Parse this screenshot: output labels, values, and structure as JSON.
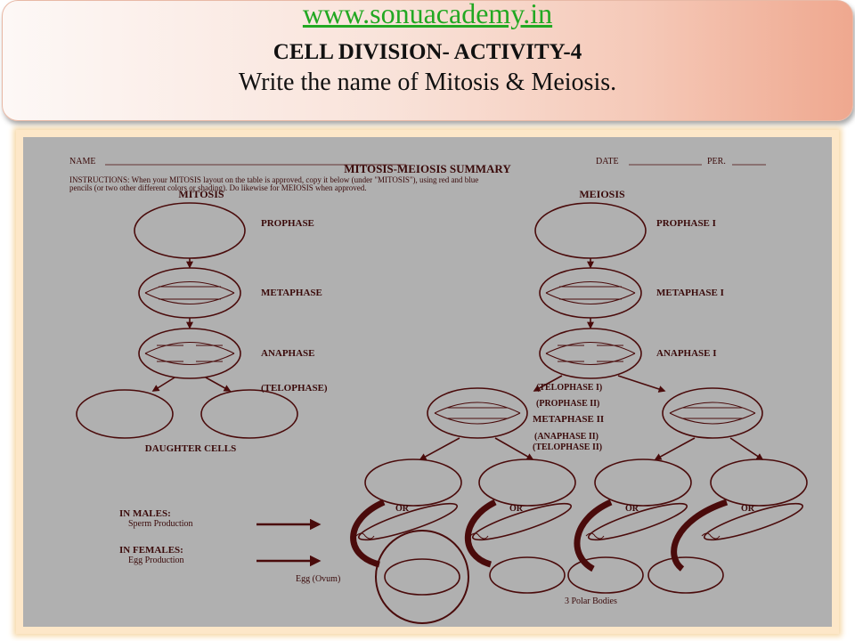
{
  "header": {
    "site": "www.sonuacademy.in",
    "title": "CELL DIVISION- ACTIVITY-4",
    "instruction": "Write the name  of Mitosis  &  Meiosis."
  },
  "worksheet": {
    "name_label": "NAME",
    "date_label": "DATE",
    "per_label": "PER.",
    "summary_title": "MITOSIS-MEIOSIS SUMMARY",
    "instructions_line1": "INSTRUCTIONS:  When your MITOSIS layout on the table is approved, copy it below (under \"MITOSIS\"), using red and blue",
    "instructions_line2": "pencils (or two other different colors or shading).  Do likewise for MEIOSIS when approved.",
    "mitosis_heading": "MITOSIS",
    "meiosis_heading": "MEIOSIS",
    "mitosis_stages": {
      "prophase": "PROPHASE",
      "metaphase": "METAPHASE",
      "anaphase": "ANAPHASE",
      "telophase": "(TELOPHASE)",
      "daughter_cells": "DAUGHTER CELLS"
    },
    "meiosis_stages": {
      "prophase1": "PROPHASE  I",
      "metaphase1": "METAPHASE  I",
      "anaphase1": "ANAPHASE  I",
      "telophase1": "(TELOPHASE I)",
      "prophase2": "(PROPHASE II)",
      "metaphase2": "METAPHASE II",
      "anaphase2": "(ANAPHASE II)",
      "telophase2": "(TELOPHASE II)"
    },
    "or_label": "OR",
    "males_label": "IN MALES:",
    "males_sub": "Sperm Production",
    "females_label": "IN FEMALES:",
    "females_sub": "Egg Production",
    "egg_label": "Egg (Ovum)",
    "polar_label": "3 Polar Bodies"
  },
  "colors": {
    "ink": "#4a0b0b",
    "site_link": "#22a822"
  }
}
